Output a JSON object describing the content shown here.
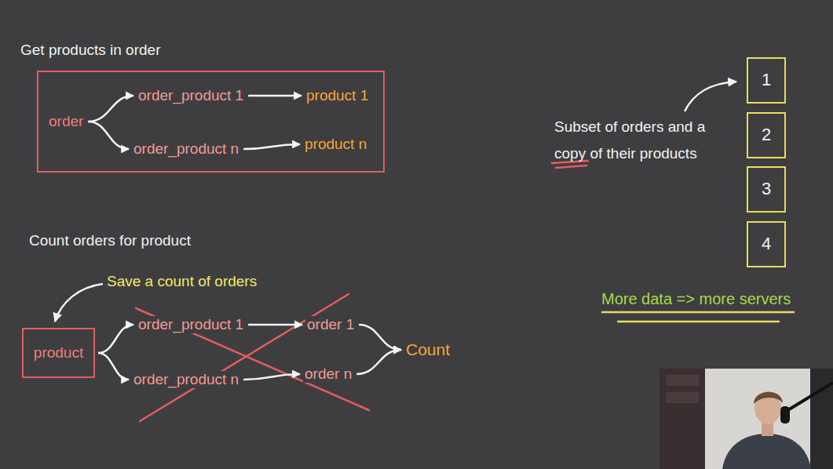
{
  "diagram": {
    "nodes": [
      {
        "text": [
          "Get products in order"
        ]
      },
      {
        "text": [
          "order"
        ],
        "in": 0
      },
      {
        "text": [
          "order_product 1"
        ],
        "in": 0
      },
      {
        "text": [
          "order_product n"
        ],
        "in": 0
      },
      {
        "text": [
          "product 1"
        ],
        "in": 0
      },
      {
        "text": [
          "product n"
        ],
        "in": 0
      },
      {
        "text": [
          "product"
        ]
      },
      {
        "text": [
          "order_product 1"
        ]
      },
      {
        "text": [
          "order_product n"
        ]
      },
      {
        "text": [
          "order 1"
        ]
      },
      {
        "text": [
          "order n"
        ]
      },
      {
        "text": [
          "Count"
        ]
      },
      {
        "text": [
          "1"
        ]
      },
      {
        "text": [
          "2"
        ]
      },
      {
        "text": [
          "3"
        ]
      },
      {
        "text": [
          "4"
        ]
      }
    ],
    "edges": [
      {
        "from": 1,
        "to": 2,
        "arrow": "to"
      },
      {
        "from": 1,
        "to": 3,
        "arrow": "to"
      },
      {
        "from": 2,
        "to": 4,
        "arrow": "to"
      },
      {
        "from": 3,
        "to": 5,
        "arrow": "to"
      },
      {
        "from": 6,
        "to": 7,
        "arrow": "to"
      },
      {
        "from": 6,
        "to": 8,
        "arrow": "to"
      },
      {
        "from": 7,
        "to": 9,
        "arrow": "to"
      },
      {
        "from": 8,
        "to": 10,
        "arrow": "to"
      },
      {
        "from": 9,
        "to": 11,
        "arrow": "to"
      },
      {
        "from": 10,
        "to": 11,
        "arrow": "to"
      }
    ],
    "labels": [
      "Count orders for product",
      "Save a count of orders",
      "Subset of orders and a copy of their products",
      "More data => more servers"
    ]
  }
}
